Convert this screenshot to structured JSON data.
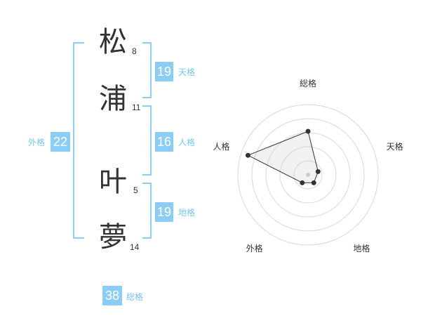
{
  "name": {
    "chars": [
      {
        "kanji": "松",
        "strokes": "8"
      },
      {
        "kanji": "浦",
        "strokes": "11"
      },
      {
        "kanji": "叶",
        "strokes": "5"
      },
      {
        "kanji": "夢",
        "strokes": "14"
      }
    ]
  },
  "kaku": {
    "tenkaku": {
      "value": "19",
      "label": "天格"
    },
    "jinkaku": {
      "value": "16",
      "label": "人格"
    },
    "chikaku": {
      "value": "19",
      "label": "地格"
    },
    "gaikaku": {
      "value": "22",
      "label": "外格"
    },
    "soukaku": {
      "value": "38",
      "label": "総格"
    }
  },
  "colors": {
    "accent": "#8ccdf5",
    "label": "#7cc3ef",
    "text": "#333333"
  },
  "chart_data": {
    "type": "radar",
    "axes": [
      "総格",
      "天格",
      "地格",
      "外格",
      "人格"
    ],
    "values": [
      0.62,
      0.15,
      0.14,
      0.14,
      0.9
    ],
    "ring_count": 5,
    "grid": true
  }
}
